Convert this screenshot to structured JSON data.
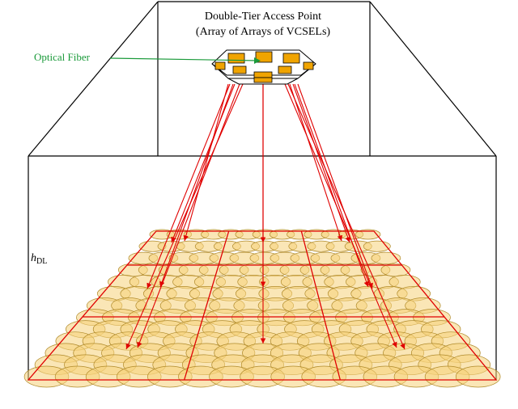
{
  "title_line1": "Double-Tier Access Point",
  "title_line2": "(Array of Arrays of VCSELs)",
  "fiber_label": "Optical Fiber",
  "height_label_main": "h",
  "height_label_sub": "DL",
  "colors": {
    "room_line": "#000000",
    "beam": "#e00000",
    "fiber": "#1a9a3a",
    "cell_fill": "#f5d27a",
    "cell_stroke": "#b08a2a",
    "vcsel_fill": "#f0a400",
    "ap_fill": "#ffffff"
  }
}
